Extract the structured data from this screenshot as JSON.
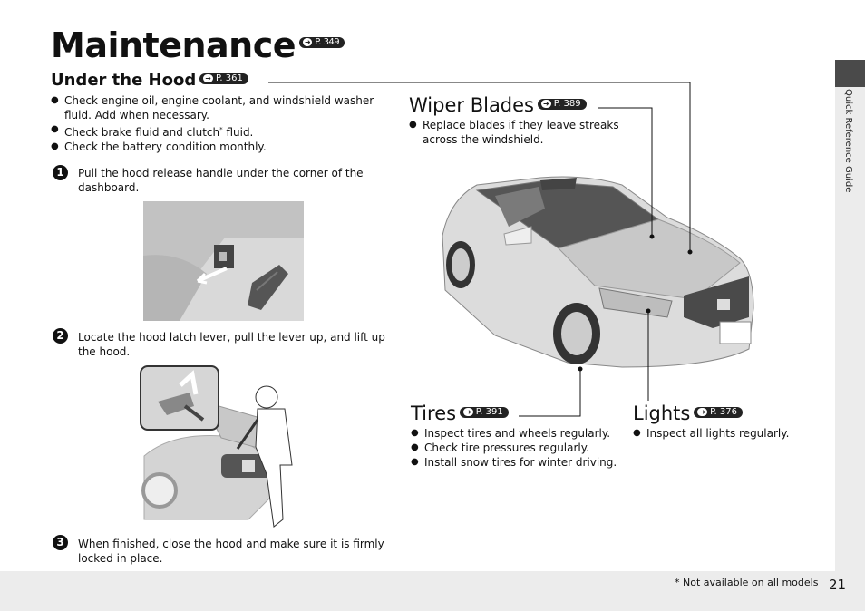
{
  "page": {
    "title": "Maintenance",
    "title_ref": "P. 349",
    "page_number": "21",
    "side_label": "Quick Reference Guide",
    "footnote": "* Not available on all models"
  },
  "under_hood": {
    "heading": "Under the Hood",
    "ref": "P. 361",
    "bullets": [
      "Check engine oil, engine coolant, and windshield washer fluid. Add when necessary.",
      "Check brake fluid and clutch",
      "Check the battery condition monthly."
    ],
    "bullet2_sup": "*",
    "bullet2_tail": " fluid.",
    "steps": [
      {
        "num": "1",
        "text": "Pull the hood release handle under the corner of the dashboard."
      },
      {
        "num": "2",
        "text": "Locate the hood latch lever, pull the lever up, and lift up the hood."
      },
      {
        "num": "3",
        "text": "When finished, close the hood and make sure it is firmly locked in place."
      }
    ]
  },
  "wiper_blades": {
    "heading": "Wiper Blades",
    "ref": "P. 389",
    "bullets": [
      "Replace blades if they leave streaks across the windshield."
    ]
  },
  "tires": {
    "heading": "Tires",
    "ref": "P. 391",
    "bullets": [
      "Inspect tires and wheels regularly.",
      "Check tire pressures regularly.",
      "Install snow tires for winter driving."
    ]
  },
  "lights": {
    "heading": "Lights",
    "ref": "P. 376",
    "bullets": [
      "Inspect all lights regularly."
    ]
  },
  "colors": {
    "ref_badge": "#222222",
    "sidebar_tab": "#4a4a4a",
    "sidebar": "#ececec"
  }
}
